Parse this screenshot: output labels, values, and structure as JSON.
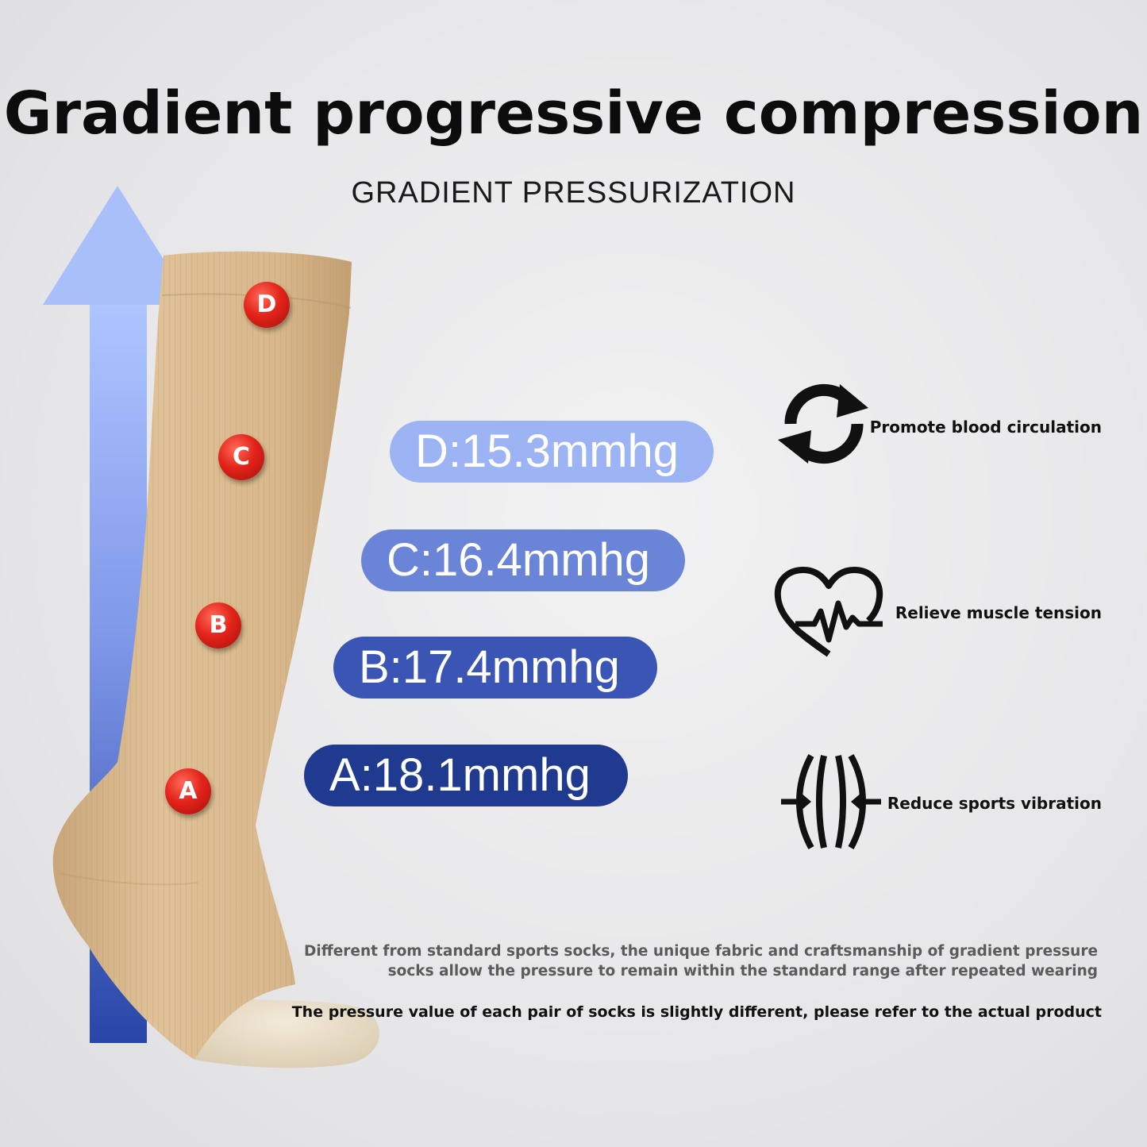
{
  "title": "Gradient progressive compression",
  "subtitle": "GRADIENT PRESSURIZATION",
  "markers": [
    "D",
    "C",
    "B",
    "A"
  ],
  "pressures": [
    {
      "label": "D:15.3mmhg",
      "color": "#9cb4f3"
    },
    {
      "label": "C:16.4mmhg",
      "color": "#6a85d8"
    },
    {
      "label": "B:17.4mmhg",
      "color": "#3b55b4"
    },
    {
      "label": "A:18.1mmhg",
      "color": "#1f3a8e"
    }
  ],
  "features": [
    {
      "label": "Promote blood circulation",
      "icon": "circulation-arrows-icon"
    },
    {
      "label": "Relieve muscle tension",
      "icon": "heart-pulse-icon"
    },
    {
      "label": "Reduce sports vibration",
      "icon": "compression-arrows-icon"
    }
  ],
  "notes": {
    "line1": "Different from standard sports socks, the unique fabric and craftsmanship of gradient pressure",
    "line2": "socks allow the pressure to remain within the standard range after repeated wearing",
    "disclaimer": "The pressure value of each pair of socks is slightly different, please refer to the actual product"
  },
  "colors": {
    "sock": "#d9b98e",
    "arrow_top": "#a9c1ff",
    "arrow_bottom": "#2a47a6",
    "marker": "#e3241b"
  }
}
